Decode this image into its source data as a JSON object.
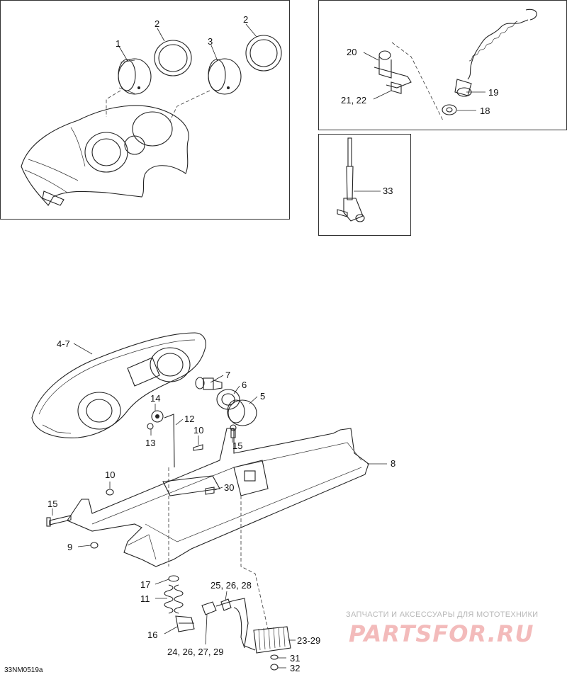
{
  "diagram_code": "33NM0519a",
  "watermark": {
    "subtitle": "ЗАПЧАСТИ И АКСЕССУАРЫ ДЛЯ МОТОТЕХНИКИ",
    "brand": "PARTSFOR.RU"
  },
  "callouts": {
    "c1": "1",
    "c2a": "2",
    "c2b": "2",
    "c3": "3",
    "c20": "20",
    "c2122": "21, 22",
    "c19": "19",
    "c18": "18",
    "c33": "33",
    "c47": "4-7",
    "c7": "7",
    "c6": "6",
    "c5": "5",
    "c14": "14",
    "c12": "12",
    "c13": "13",
    "c10a": "10",
    "c15a": "15",
    "c8": "8",
    "c10b": "10",
    "c30": "30",
    "c15b": "15",
    "c9": "9",
    "c17": "17",
    "c11": "11",
    "c16": "16",
    "c252628": "25, 26, 28",
    "c24": "24, 26, 27, 29",
    "c2329": "23-29",
    "c31": "31",
    "c32": "32"
  }
}
